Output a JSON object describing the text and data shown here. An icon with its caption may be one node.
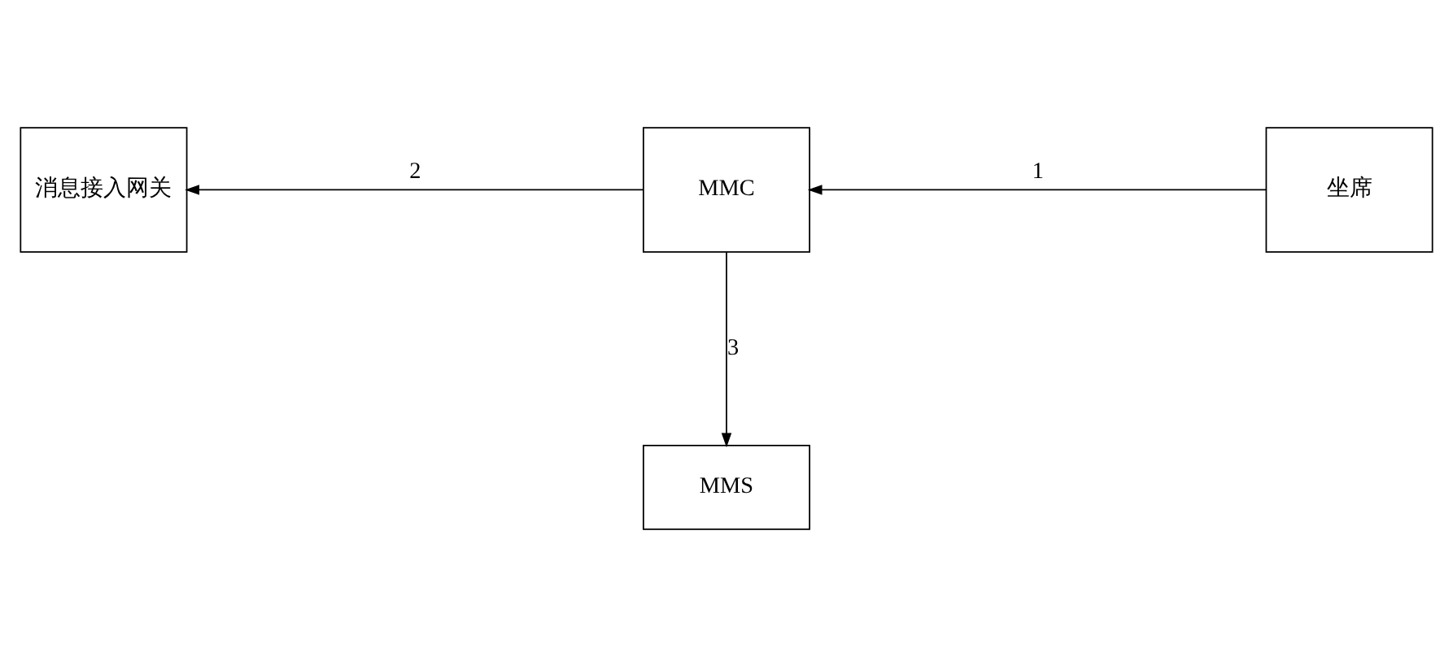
{
  "diagram": {
    "nodes": [
      {
        "text": [
          "消息接入网关"
        ]
      },
      {
        "text": [
          "MMC"
        ]
      },
      {
        "text": [
          "坐席"
        ]
      },
      {
        "text": [
          "MMS"
        ]
      }
    ],
    "edges": [
      {
        "from": 2,
        "to": 1,
        "arrow": "to",
        "label": "1"
      },
      {
        "from": 1,
        "to": 0,
        "arrow": "to",
        "label": "2"
      },
      {
        "from": 1,
        "to": 3,
        "arrow": "to",
        "label": "3"
      }
    ]
  }
}
